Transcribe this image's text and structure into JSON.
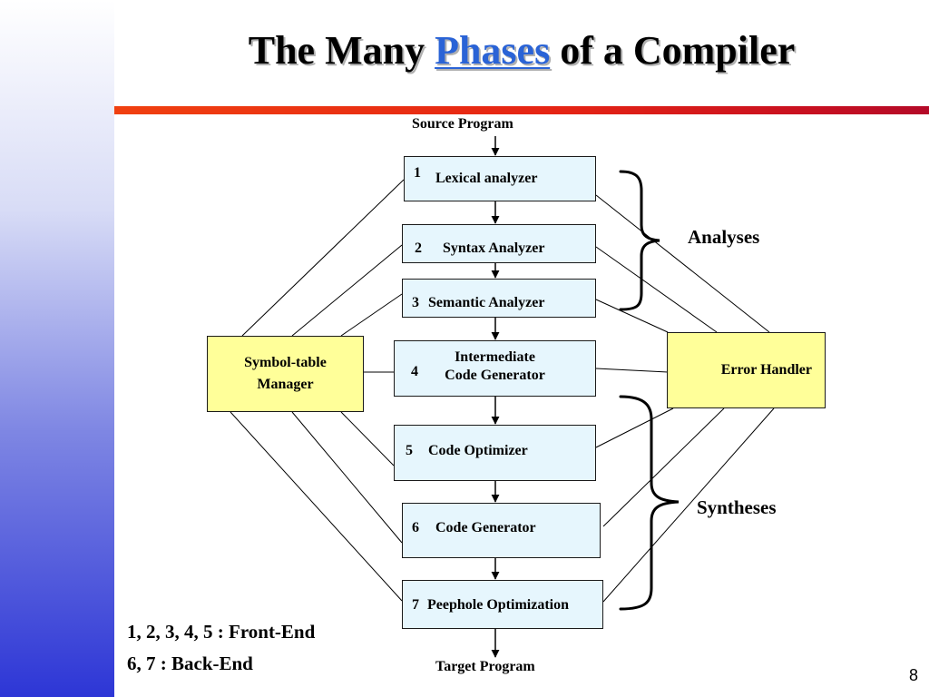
{
  "title": {
    "before": "The Many ",
    "accent": "Phases",
    "after": " of a Compiler"
  },
  "source_label": "Source Program",
  "target_label": "Target Program",
  "phases": [
    {
      "num": "1",
      "label": "Lexical analyzer"
    },
    {
      "num": "2",
      "label": "Syntax Analyzer"
    },
    {
      "num": "3",
      "label": "Semantic Analyzer"
    },
    {
      "num": "4",
      "label_line1": "Intermediate",
      "label_line2": "Code Generator"
    },
    {
      "num": "5",
      "label": "Code Optimizer"
    },
    {
      "num": "6",
      "label": "Code Generator"
    },
    {
      "num": "7",
      "label": "Peephole Optimization"
    }
  ],
  "symbol_table": {
    "line1": "Symbol-table",
    "line2": "Manager"
  },
  "error_handler": "Error Handler",
  "groups": {
    "analyses": "Analyses",
    "syntheses": "Syntheses"
  },
  "legend": {
    "front_end": "1, 2, 3, 4, 5 :  Front-End",
    "back_end": "6, 7 :  Back-End"
  },
  "page_number": "8",
  "colors": {
    "title_accent": "#2a63d6",
    "phase_box": "#e6f6fd",
    "side_box": "#ffff99",
    "rule": "#e52414"
  }
}
